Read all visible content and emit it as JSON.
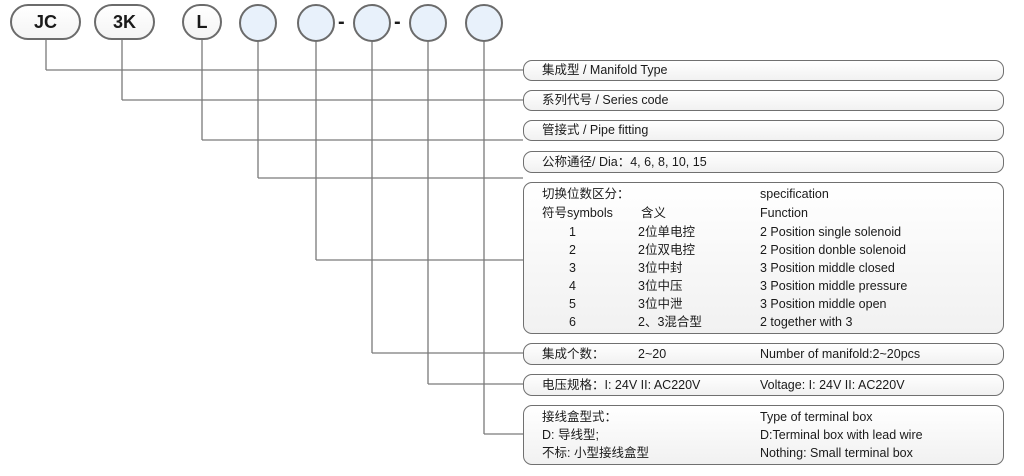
{
  "code_parts": {
    "p1": "JC",
    "p2": "3K",
    "p3": "L",
    "sep1": "-",
    "sep2": "-"
  },
  "items": {
    "manifold_type": "集成型 / Manifold Type",
    "series_code": "系列代号 / Series code",
    "pipe_fitting": "管接式 / Pipe fitting",
    "dia": "公称通径/ Dia：4, 6, 8, 10, 15"
  },
  "spec": {
    "title_cn": "切换位数区分：",
    "title_en": "specification",
    "hdr_symbols": "符号symbols",
    "hdr_meaning": "含义",
    "hdr_function": "Function",
    "rows": [
      {
        "sym": "1",
        "cn": "2位单电控",
        "en": "2 Position single solenoid"
      },
      {
        "sym": "2",
        "cn": "2位双电控",
        "en": "2 Position donble solenoid"
      },
      {
        "sym": "3",
        "cn": "3位中封",
        "en": "3 Position middle closed"
      },
      {
        "sym": "4",
        "cn": "3位中压",
        "en": "3 Position middle pressure"
      },
      {
        "sym": "5",
        "cn": "3位中泄",
        "en": "3 Position middle open"
      },
      {
        "sym": "6",
        "cn": "2、3混合型",
        "en": "2 together with 3"
      }
    ]
  },
  "manifold_count": {
    "label": "集成个数：",
    "value": "2~20",
    "en": "Number of manifold:2~20pcs"
  },
  "voltage": {
    "label": "电压规格：I: 24V  II: AC220V",
    "en": "Voltage: I: 24V  II: AC220V"
  },
  "terminal": {
    "title_cn": "接线盒型式：",
    "title_en": "Type of terminal box",
    "d_cn": "D: 导线型;",
    "d_en": "D:Terminal box with lead wire",
    "none_cn": "不标: 小型接线盒型",
    "none_en": "Nothing: Small terminal box"
  },
  "colors": {
    "line": "#7a7a7a",
    "circle_fill": "#e8f1fb",
    "box_border": "#707070"
  }
}
